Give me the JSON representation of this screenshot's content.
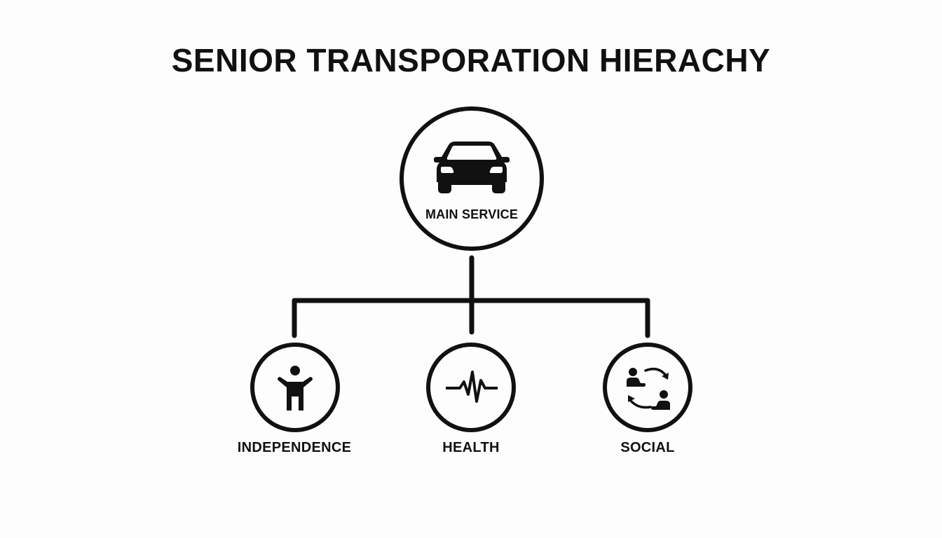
{
  "title": "SENIOR TRANSPORATION HIERACHY",
  "colors": {
    "ink": "#111111",
    "background": "#fdfdfd"
  },
  "root": {
    "label": "MAIN SERVICE",
    "icon": "car-icon"
  },
  "children": [
    {
      "label": "INDEPENDENCE",
      "icon": "person-icon"
    },
    {
      "label": "HEALTH",
      "icon": "heartbeat-icon"
    },
    {
      "label": "SOCIAL",
      "icon": "people-exchange-icon"
    }
  ]
}
